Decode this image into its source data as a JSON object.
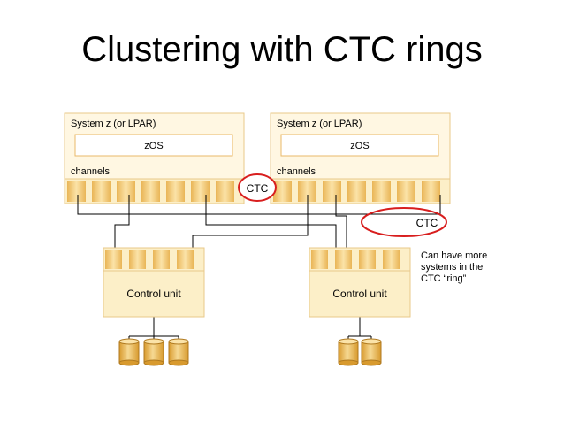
{
  "title": "Clustering with CTC rings",
  "systems": [
    {
      "label": "System z (or LPAR)",
      "os": "zOS",
      "channels": "channels"
    },
    {
      "label": "System z (or LPAR)",
      "os": "zOS",
      "channels": "channels"
    }
  ],
  "ctc_labels": [
    "CTC",
    "CTC"
  ],
  "control_units": [
    {
      "label": "Control unit",
      "disks": 3
    },
    {
      "label": "Control unit",
      "disks": 2
    }
  ],
  "note": [
    "Can have more",
    "systems in the",
    "CTC “ring”"
  ],
  "colors": {
    "box_fill": "#FCEFC8",
    "box_border": "#E8C98A",
    "channel_fill": "#F6D48A",
    "highlight": "#D81E1E",
    "disk_fill": "#F0C46A"
  }
}
